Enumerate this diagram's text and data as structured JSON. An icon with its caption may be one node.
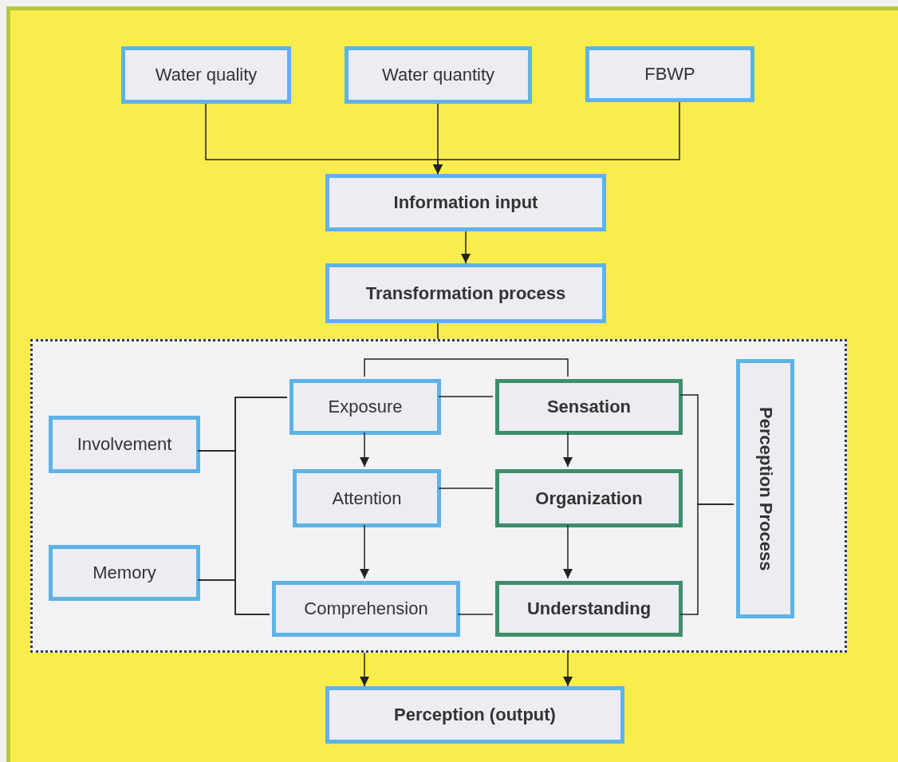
{
  "diagram": {
    "nodes": [
      {
        "text": [
          "Water quality"
        ]
      },
      {
        "text": [
          "Water quantity"
        ]
      },
      {
        "text": [
          "FBWP"
        ]
      },
      {
        "text": [
          "Information input"
        ]
      },
      {
        "text": [
          "Transformation process"
        ]
      },
      {
        "text": [],
        "shape": "box"
      },
      {
        "text": [
          "Exposure"
        ],
        "in": 5
      },
      {
        "text": [
          "Sensation"
        ],
        "in": 5
      },
      {
        "text": [
          "Involvement"
        ],
        "in": 5
      },
      {
        "text": [
          "Attention"
        ],
        "in": 5
      },
      {
        "text": [
          "Organization"
        ],
        "in": 5
      },
      {
        "text": [
          "Memory"
        ],
        "in": 5
      },
      {
        "text": [
          "Comprehension"
        ],
        "in": 5
      },
      {
        "text": [
          "Understanding"
        ],
        "in": 5
      },
      {
        "text": [
          "Perception Process"
        ],
        "in": 5
      },
      {
        "text": [
          "Perception (output)"
        ]
      }
    ],
    "edges": [
      {
        "from": 0,
        "to": 3,
        "arrow": "to"
      },
      {
        "from": 1,
        "to": 3,
        "arrow": "to"
      },
      {
        "from": 2,
        "to": 3,
        "arrow": "to"
      },
      {
        "from": 3,
        "to": 4,
        "arrow": "to"
      },
      {
        "from": 4,
        "to": 5,
        "arrow": "none"
      },
      {
        "from": 6,
        "to": 7,
        "arrow": "none"
      },
      {
        "from": 6,
        "to": 7,
        "arrow": "none"
      },
      {
        "from": 6,
        "to": 9,
        "arrow": "to"
      },
      {
        "from": 7,
        "to": 10,
        "arrow": "to"
      },
      {
        "from": 9,
        "to": 10,
        "arrow": "none"
      },
      {
        "from": 9,
        "to": 12,
        "arrow": "to"
      },
      {
        "from": 10,
        "to": 13,
        "arrow": "to"
      },
      {
        "from": 12,
        "to": 13,
        "arrow": "none"
      },
      {
        "from": 8,
        "to": 6,
        "arrow": "none"
      },
      {
        "from": 8,
        "to": 12,
        "arrow": "none"
      },
      {
        "from": 11,
        "to": 6,
        "arrow": "none"
      },
      {
        "from": 11,
        "to": 12,
        "arrow": "none"
      },
      {
        "from": 7,
        "to": 14,
        "arrow": "none"
      },
      {
        "from": 13,
        "to": 14,
        "arrow": "none"
      },
      {
        "from": 5,
        "to": 15,
        "arrow": "to"
      },
      {
        "from": 5,
        "to": 15,
        "arrow": "to"
      }
    ]
  }
}
